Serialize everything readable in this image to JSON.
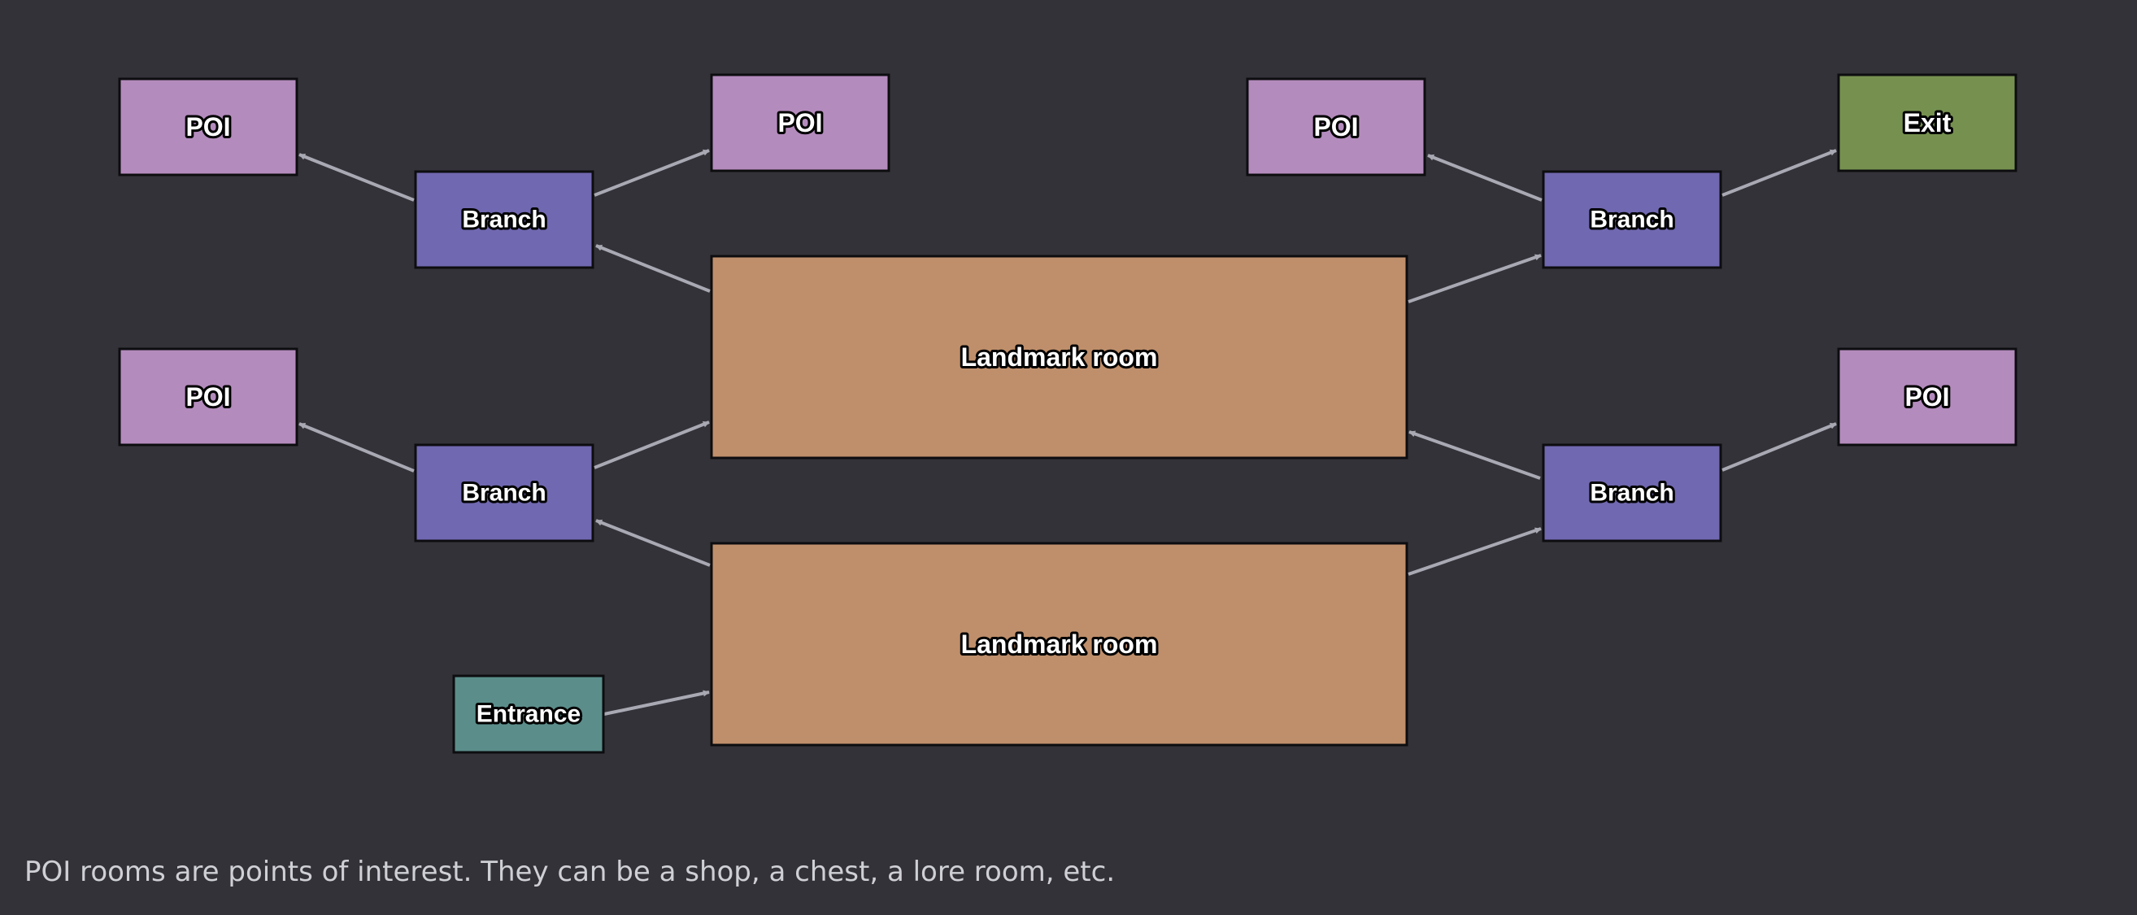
{
  "colors": {
    "background": "#333238",
    "poi": "#b48bbd",
    "branch": "#7068b0",
    "landmark": "#bf8f6b",
    "entrance": "#5b8e8b",
    "exit": "#76914f",
    "edge": "#a9a9b4",
    "node_border": "#0d0d10"
  },
  "nodes": [
    {
      "id": "poi_tl",
      "kind": "poi",
      "label": "POI"
    },
    {
      "id": "poi_tm",
      "kind": "poi",
      "label": "POI"
    },
    {
      "id": "poi_tr",
      "kind": "poi",
      "label": "POI"
    },
    {
      "id": "exit",
      "kind": "exit",
      "label": "Exit"
    },
    {
      "id": "branch_tl",
      "kind": "branch",
      "label": "Branch"
    },
    {
      "id": "branch_tr",
      "kind": "branch",
      "label": "Branch"
    },
    {
      "id": "landmark_top",
      "kind": "landmark",
      "label": "Landmark room"
    },
    {
      "id": "poi_ml",
      "kind": "poi",
      "label": "POI"
    },
    {
      "id": "poi_mr",
      "kind": "poi",
      "label": "POI"
    },
    {
      "id": "branch_bl",
      "kind": "branch",
      "label": "Branch"
    },
    {
      "id": "branch_br",
      "kind": "branch",
      "label": "Branch"
    },
    {
      "id": "landmark_bottom",
      "kind": "landmark",
      "label": "Landmark room"
    },
    {
      "id": "entrance",
      "kind": "entrance",
      "label": "Entrance"
    }
  ],
  "edges": [
    {
      "from": "entrance",
      "to": "landmark_bottom"
    },
    {
      "from": "landmark_bottom",
      "to": "branch_bl"
    },
    {
      "from": "landmark_bottom",
      "to": "branch_br"
    },
    {
      "from": "branch_bl",
      "to": "poi_ml"
    },
    {
      "from": "branch_bl",
      "to": "landmark_top"
    },
    {
      "from": "branch_br",
      "to": "poi_mr"
    },
    {
      "from": "branch_br",
      "to": "landmark_top"
    },
    {
      "from": "landmark_top",
      "to": "branch_tl"
    },
    {
      "from": "landmark_top",
      "to": "branch_tr"
    },
    {
      "from": "branch_tl",
      "to": "poi_tl"
    },
    {
      "from": "branch_tl",
      "to": "poi_tm"
    },
    {
      "from": "branch_tr",
      "to": "poi_tr"
    },
    {
      "from": "branch_tr",
      "to": "exit"
    }
  ],
  "caption": "POI rooms are points of interest. They can be a shop, a chest, a lore room, etc."
}
